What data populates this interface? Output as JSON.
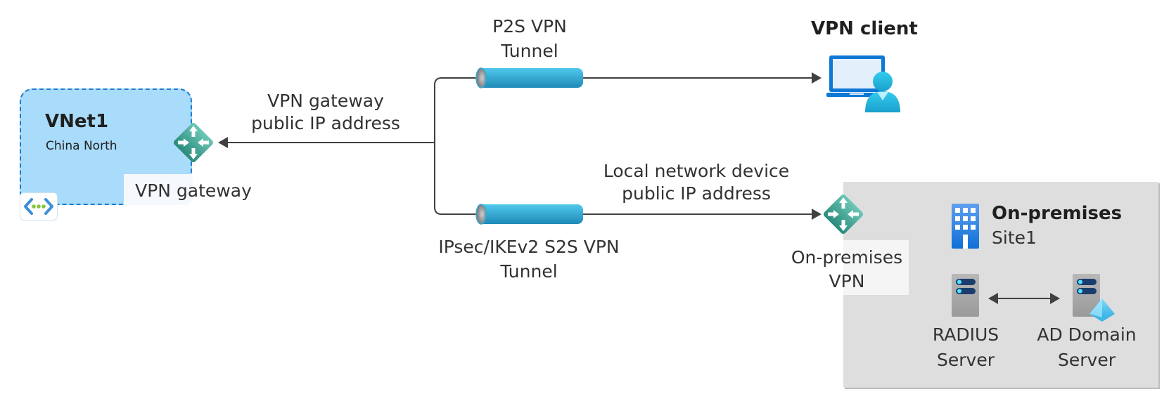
{
  "diagram": {
    "vnet": {
      "title": "VNet1",
      "region": "China North",
      "gateway_label": "VPN gateway"
    },
    "labels": {
      "gateway_ip_line1": "VPN gateway",
      "gateway_ip_line2": "public IP address",
      "p2s_line1": "P2S VPN",
      "p2s_line2": "Tunnel",
      "s2s_line1": "IPsec/IKEv2 S2S VPN",
      "s2s_line2": "Tunnel",
      "local_ip_line1": "Local network device",
      "local_ip_line2": "public IP address"
    },
    "vpn_client": {
      "title": "VPN client"
    },
    "on_premises": {
      "title": "On-premises",
      "site": "Site1",
      "vpn_line1": "On-premises",
      "vpn_line2": "VPN",
      "radius_line1": "RADIUS",
      "radius_line2": "Server",
      "ad_line1": "AD Domain",
      "ad_line2": "Server"
    },
    "icons": [
      "virtual-network-icon",
      "vpn-gateway-icon",
      "tunnel-icon",
      "laptop-user-icon",
      "building-icon",
      "server-icon",
      "active-directory-icon"
    ],
    "colors": {
      "vnet_fill": "#a9dbfa",
      "vnet_border": "#1b7bd1",
      "gateway": "#3a9e8f",
      "tunnel": "#33aad6",
      "onprem_fill": "#dedede",
      "connector": "#404040"
    }
  }
}
